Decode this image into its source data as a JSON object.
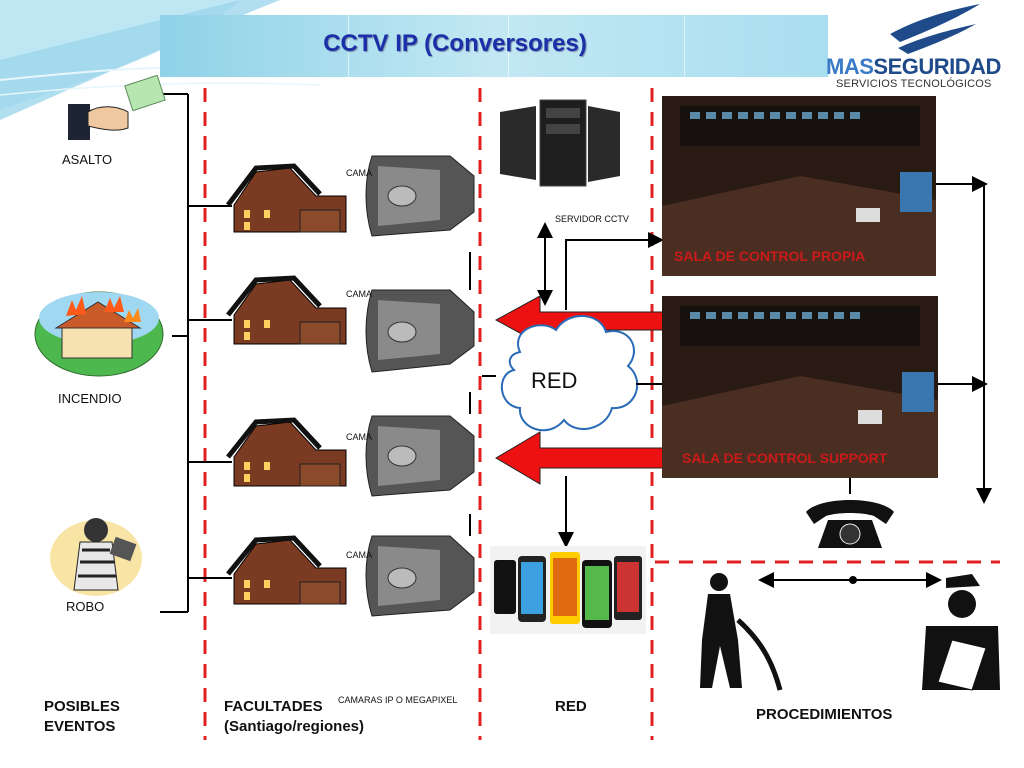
{
  "title": "CCTV IP (Conversores)",
  "logo": {
    "brand_part1": "MAS",
    "brand_part2": "SEGURIDAD",
    "subtitle": "SERVICIOS TECNOLÓGICOS"
  },
  "events": {
    "asalto": "ASALTO",
    "incendio": "INCENDIO",
    "robo": "ROBO"
  },
  "camera_partial_label": "CAMA",
  "server_label": "SERVIDOR CCTV",
  "network_cloud_label": "RED",
  "control_rooms": {
    "propia": "SALA DE CONTROL PROPIA",
    "support": "SALA DE CONTROL SUPPORT"
  },
  "columns": {
    "events_line1": "POSIBLES",
    "events_line2": "EVENTOS",
    "faculties_line1": "FACULTADES",
    "faculties_line2": "(Santiago/regiones)",
    "cameras_caption": "CAMARAS IP O MEGAPIXEL",
    "network": "RED",
    "procedures": "PROCEDIMIENTOS"
  },
  "colors": {
    "title": "#1a2fa8",
    "divider": "#e02020",
    "arrow": "#ee1111",
    "control_label": "#cc1a1a"
  }
}
